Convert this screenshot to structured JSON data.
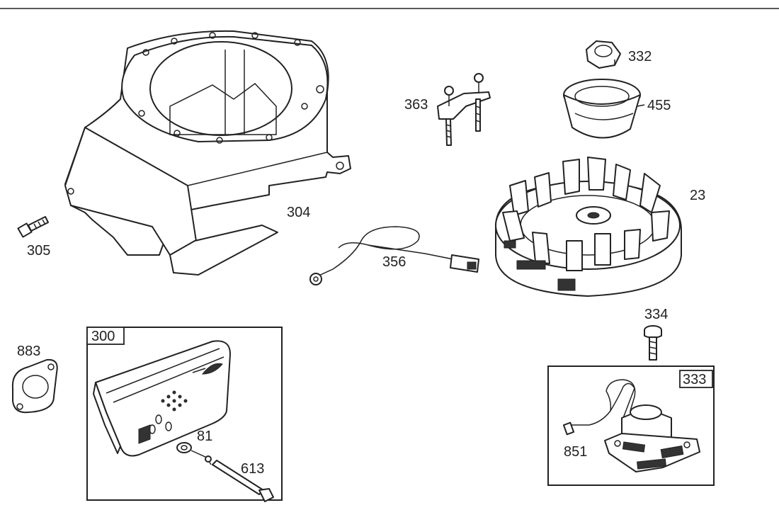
{
  "labels": {
    "p23": "23",
    "p81": "81",
    "p300": "300",
    "p304": "304",
    "p305": "305",
    "p332": "332",
    "p333": "333",
    "p334": "334",
    "p356": "356",
    "p363": "363",
    "p455": "455",
    "p613": "613",
    "p851": "851",
    "p883": "883"
  }
}
